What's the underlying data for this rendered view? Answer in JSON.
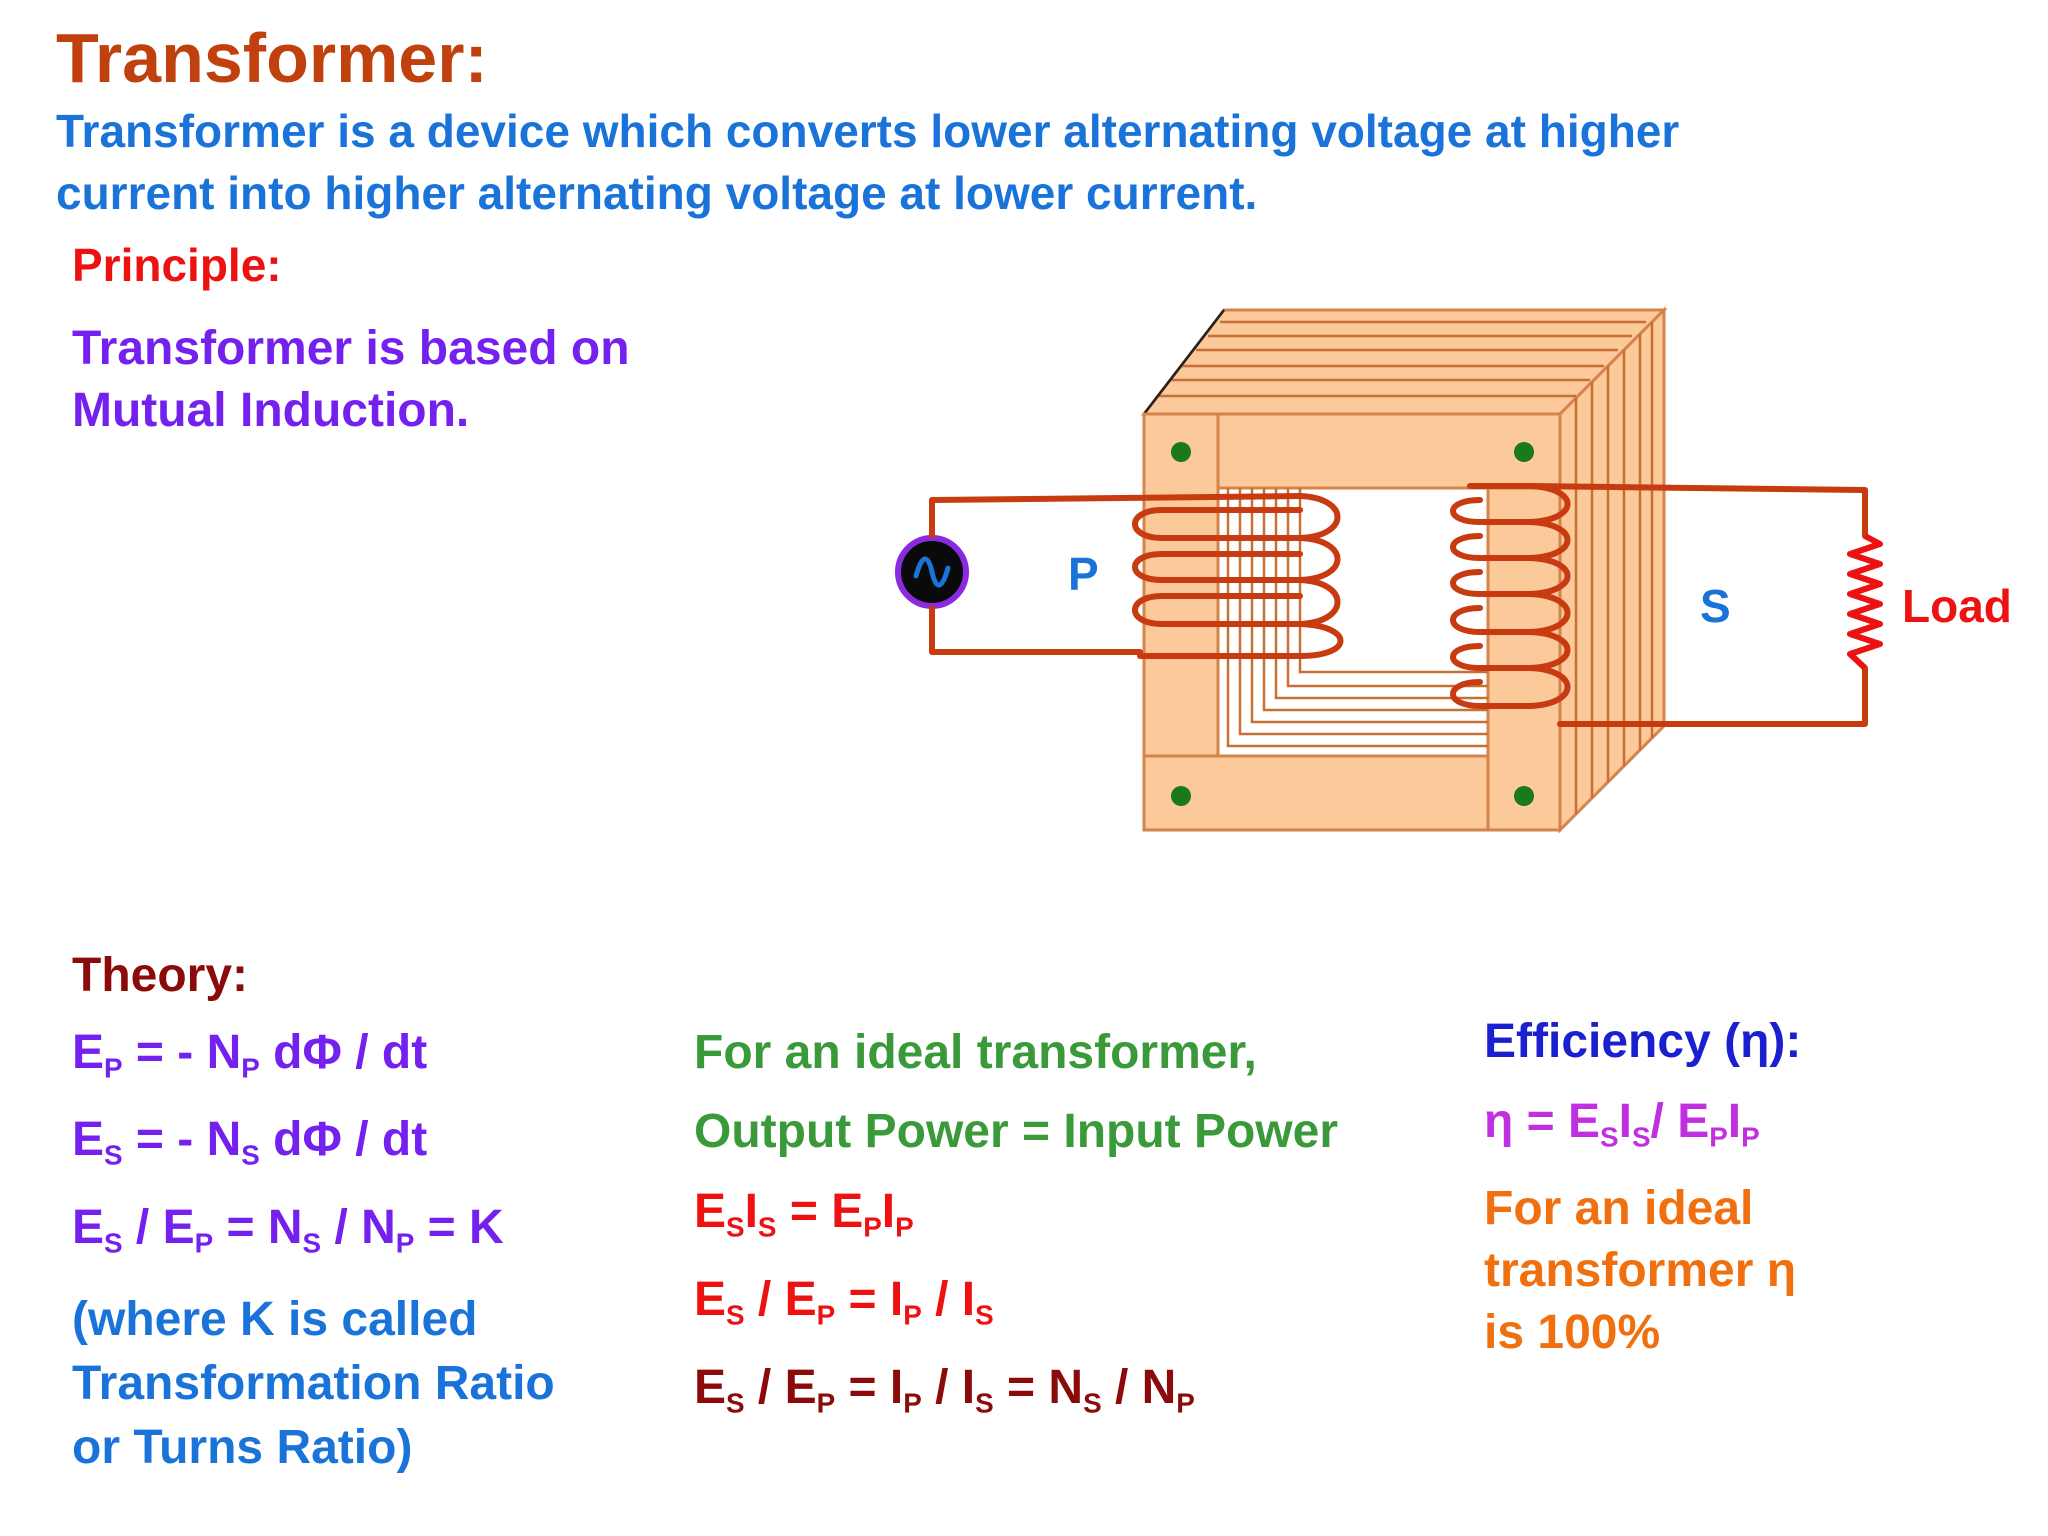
{
  "title": "Transformer:",
  "definition": {
    "line1": "Transformer is a device which converts lower alternating voltage at higher",
    "line2": "current  into higher alternating voltage at lower current."
  },
  "principle": {
    "heading": "Principle:",
    "line1": "Transformer is based on",
    "line2": "Mutual Induction."
  },
  "diagram": {
    "primary_label": "P",
    "secondary_label": "S",
    "load_label": "Load",
    "source_icon": "ac-source-icon",
    "load_icon": "resistor-icon",
    "colors": {
      "core_fill": "#fbc99a",
      "core_stroke": "#d4844a",
      "winding": "#c83a10",
      "label_blue": "#1a73d9",
      "load_red": "#ee1111"
    }
  },
  "theory": {
    "heading": "Theory:",
    "eq1": {
      "E": "E",
      "sub1": "P",
      "mid": " = - N",
      "sub2": "P",
      "rest": " dΦ / dt"
    },
    "eq2": {
      "E": "E",
      "sub1": "S",
      "mid": " = - N",
      "sub2": "S",
      "rest": " dΦ / dt"
    },
    "eq3": {
      "a": "E",
      "a_sub": "S",
      "b": " / E",
      "b_sub": "P",
      "c": " = N",
      "c_sub": "S",
      "d": " / N",
      "d_sub": "P",
      "e": " = K"
    },
    "note": {
      "line1": "(where K is called",
      "line2": "Transformation Ratio",
      "line3": "or Turns Ratio)"
    }
  },
  "ideal": {
    "heading1": "For an ideal transformer,",
    "heading2": "Output Power = Input Power",
    "eq1": {
      "a": "E",
      "a_sub": "S",
      "b": "I",
      "b_sub": "S",
      "c": " =  E",
      "c_sub": "P",
      "d": "I",
      "d_sub": "P"
    },
    "eq2": {
      "a": "E",
      "a_sub": "S",
      "b": " / E",
      "b_sub": "P",
      "c": " = I",
      "c_sub": "P",
      "d": " / I",
      "d_sub": "S"
    },
    "eq3": {
      "a": "E",
      "a_sub": "S",
      "b": " / E",
      "b_sub": "P",
      "c": " = I",
      "c_sub": "P",
      "d": " / I",
      "d_sub": "S",
      "e": " = N",
      "e_sub": "S",
      "f": " / N",
      "f_sub": "P"
    }
  },
  "efficiency": {
    "heading": "Efficiency (η):",
    "formula": {
      "a": "η = E",
      "a_sub": "S",
      "b": "I",
      "b_sub": "S",
      "c": "/  E",
      "c_sub": "P",
      "d": "I",
      "d_sub": "P"
    },
    "note": {
      "line1": "For an ideal",
      "line2": "transformer η",
      "line3": "is 100%"
    }
  }
}
